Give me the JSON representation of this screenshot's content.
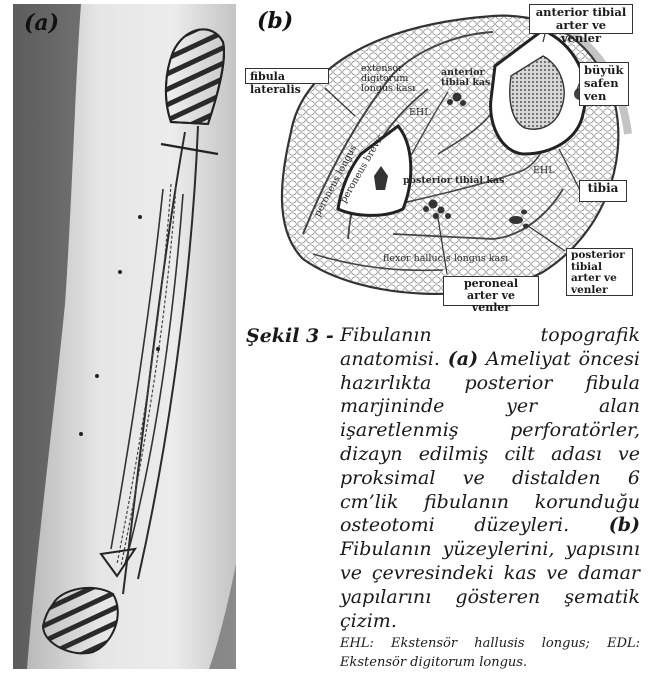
{
  "figure": {
    "panel_a_label": "(a)",
    "panel_b_label": "(b)"
  },
  "diagram": {
    "labels": {
      "anterior_tibial_vessels": "anterior tibial arter ve venler",
      "fibula_lateralis": "fibula lateralis",
      "great_saphenous": "büyük safen ven",
      "extensor_digitorum": "extensor digitorum longus kası",
      "anterior_tibial_muscle": "anterior tibial kas",
      "ehl_inner": "EHL",
      "ehl": "EHL",
      "peroneus_longus": "peroneus longus",
      "peroneus_brevis": "peroneus brevis",
      "posterior_tibial_muscle": "posterior tibial kas",
      "tibia": "tibia",
      "flexor_hallucis": "flexor hallucis longus kası",
      "posterior_tibial_vessels": "posterior tibial arter ve venler",
      "peroneal_vessels": "peroneal arter ve venler"
    }
  },
  "caption": {
    "head": "Şekil 3 -",
    "title": "Fibulanın topografik anatomisi.",
    "a_marker": "(a)",
    "a_text": "Ameliyat öncesi hazırlıkta posterior fibula marjininde yer alan işaretlenmiş perforatörler, dizayn edilmiş cilt adası ve proksimal ve distalden 6 cm’lik fibulanın korunduğu osteotomi düzeyleri.",
    "b_marker": "(b)",
    "b_text": "Fibulanın yüzeylerini, yapısını ve çevresindeki kas ve damar yapılarını gösteren şematik çizim.",
    "abbreviations": "EHL: Ekstensör hallusis longus; EDL: Ekstensör digitorum longus."
  }
}
